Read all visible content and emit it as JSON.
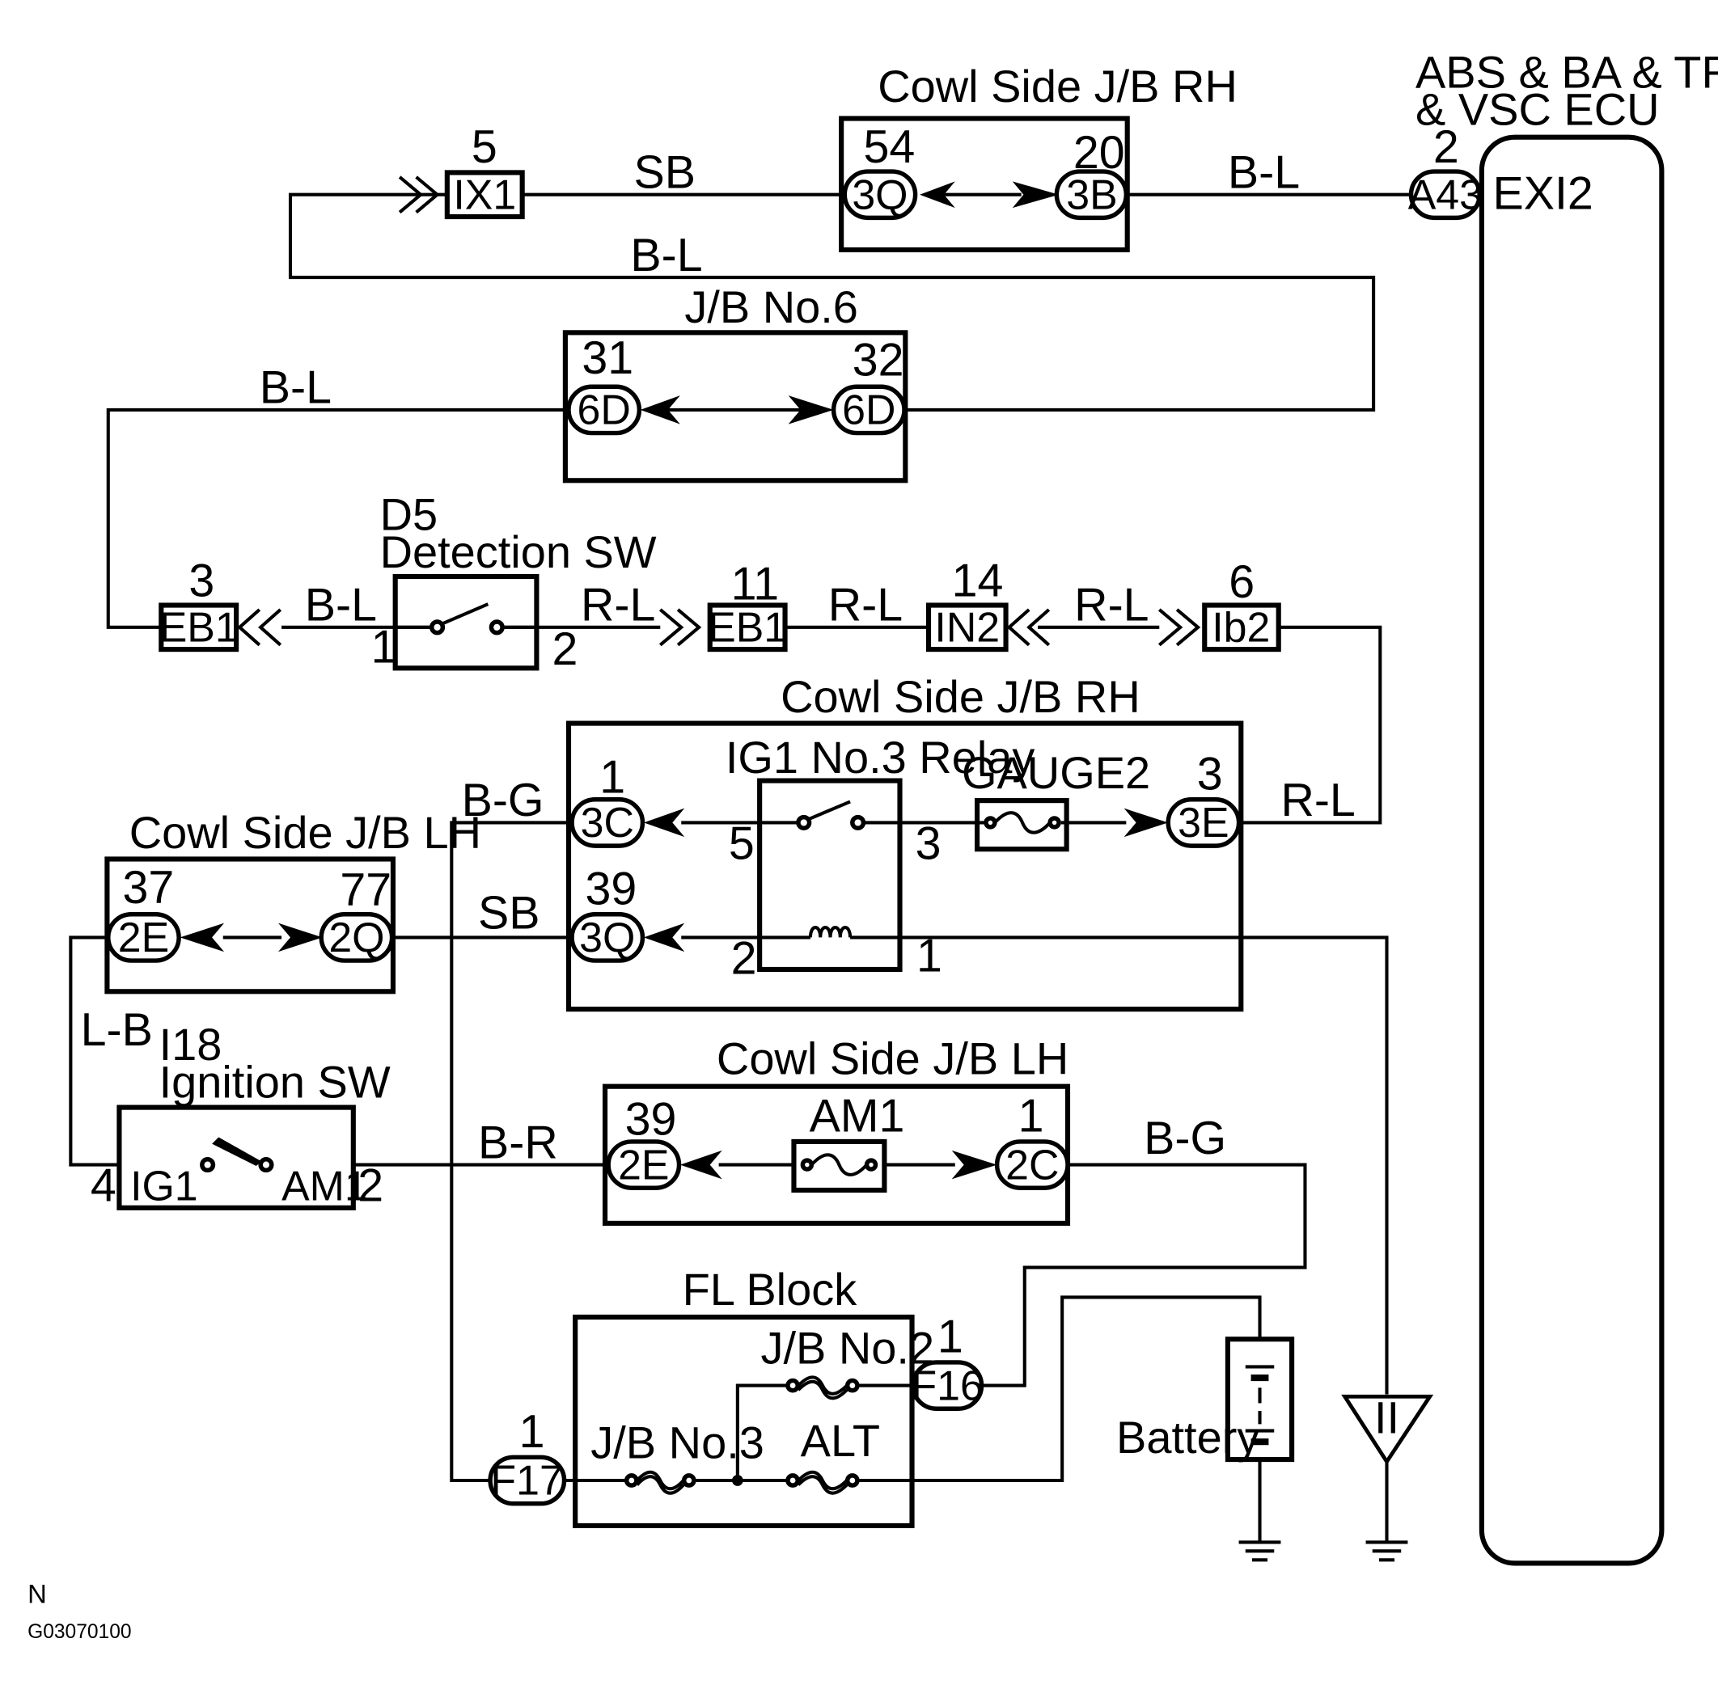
{
  "ecu": {
    "title_line1": "ABS & BA & TRAC",
    "title_line2": "& VSC ECU",
    "pin": "2",
    "connector": "A43",
    "terminal": "EXI2"
  },
  "top_jb": {
    "title": "Cowl Side J/B RH",
    "left_pin": "54",
    "left_conn": "3Q",
    "right_pin": "20",
    "right_conn": "3B"
  },
  "ix1": {
    "pin": "5",
    "label": "IX1"
  },
  "wires": {
    "sb_top": "SB",
    "bl_top": "B-L",
    "bl_loop": "B-L",
    "bl_left": "B-L",
    "bl_eb1": "B-L",
    "rl_1": "R-L",
    "rl_2": "R-L",
    "rl_3": "R-L",
    "rl_3e": "R-L",
    "bg_top": "B-G",
    "sb_mid": "SB",
    "lb": "L-B",
    "br": "B-R",
    "bg_right": "B-G"
  },
  "jb6": {
    "title": "J/B No.6",
    "left_pin": "31",
    "left_conn": "6D",
    "right_pin": "32",
    "right_conn": "6D"
  },
  "d5": {
    "code": "D5",
    "name": "Detection SW",
    "pin_left": "1",
    "pin_right": "2"
  },
  "eb1_left": {
    "pin": "3",
    "label": "EB1"
  },
  "eb1_right": {
    "pin": "11",
    "label": "EB1"
  },
  "in2": {
    "pin": "14",
    "label": "IN2"
  },
  "ib2": {
    "pin": "6",
    "label": "Ib2"
  },
  "mid_jb": {
    "title": "Cowl Side J/B RH",
    "c3c_pin": "1",
    "c3c": "3C",
    "relay": "IG1 No.3 Relay",
    "relay_p5": "5",
    "relay_p3": "3",
    "relay_p2": "2",
    "relay_p1": "1",
    "gauge": "GAUGE2",
    "c3e_pin": "3",
    "c3e": "3E",
    "c3q_pin": "39",
    "c3q": "3Q"
  },
  "lh_jb": {
    "title": "Cowl Side J/B LH",
    "left_pin": "37",
    "left_conn": "2E",
    "right_pin": "77",
    "right_conn": "2Q"
  },
  "ign": {
    "code": "I18",
    "name": "Ignition SW",
    "pin_left": "4",
    "ig1": "IG1",
    "am1": "AM1",
    "pin_right": "2"
  },
  "lh_jb2": {
    "title": "Cowl Side J/B LH",
    "left_pin": "39",
    "left_conn": "2E",
    "fuse": "AM1",
    "right_pin": "1",
    "right_conn": "2C"
  },
  "fl": {
    "title": "FL Block",
    "jb2": "J/B No.2",
    "jb3": "J/B No.3",
    "alt": "ALT",
    "f16_pin": "1",
    "f16": "F16",
    "f17_pin": "1",
    "f17": "F17"
  },
  "battery": "Battery",
  "ground_symbol": "II",
  "footer": {
    "n": "N",
    "code": "G03070100"
  }
}
